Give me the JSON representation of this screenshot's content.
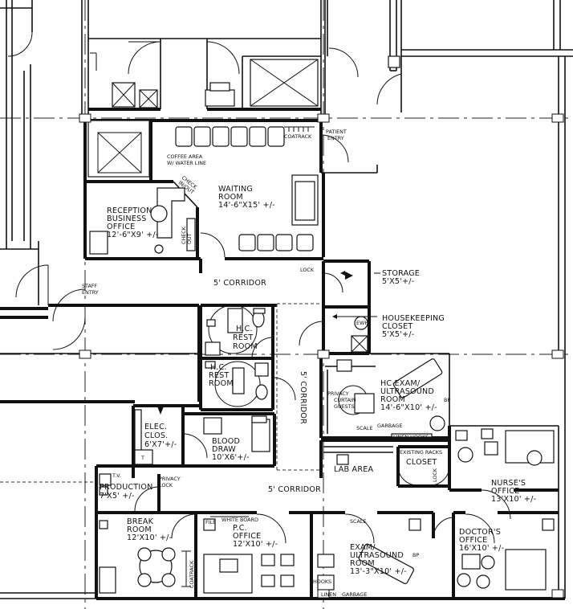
{
  "rooms": {
    "waiting": {
      "name": "WAITING",
      "name2": "ROOM",
      "size": "14'-6\"X15' +/-"
    },
    "reception": {
      "l1": "RECEPTION",
      "l2": "BUSINESS",
      "l3": "OFFICE",
      "size": "12'-6\"X9' +/-"
    },
    "corridor_top": "5' CORRIDOR",
    "corridor_vertical": "5' CORRIDOR",
    "corridor_bottom": "5' CORRIDOR",
    "storage": {
      "name": "STORAGE",
      "size": "5'X5'+/-"
    },
    "housekeeping": {
      "l1": "HOUSEKEEPING",
      "l2": "CLOSET",
      "size": "5'X5'+/-"
    },
    "hc_rest_1": {
      "l1": "H.C.",
      "l2": "REST",
      "l3": "ROOM"
    },
    "hc_rest_2": {
      "l1": "H.C.",
      "l2": "REST",
      "l3": "ROOM"
    },
    "hc_exam": {
      "l1": "HC EXAM/",
      "l2": "ULTRASOUND",
      "l3": "ROOM",
      "size": "14'-6\"X10' +/-"
    },
    "elec": {
      "l1": "ELEC.",
      "l2": "CLOS.",
      "size": "6'X7'+/-"
    },
    "blood": {
      "l1": "BLOOD",
      "l2": "DRAW",
      "size": "10'X6'+/-"
    },
    "lab": "LAB AREA",
    "closet": "CLOSET",
    "nurse": {
      "l1": "NURSE'S",
      "l2": "OFFICE",
      "size": "13'X10' +/-"
    },
    "production": {
      "l1": "PRODUCTION",
      "size": "7'X5' +/-"
    },
    "break": {
      "l1": "BREAK",
      "l2": "ROOM",
      "size": "12'X10' +/-"
    },
    "pc_office": {
      "l1": "P.C.",
      "l2": "OFFICE",
      "size": "12'X10' +/-"
    },
    "exam": {
      "l1": "EXAM/",
      "l2": "ULTRASOUND",
      "l3": "ROOM",
      "size": "13'-3\"X10' +/-"
    },
    "doctor": {
      "l1": "DOCTOR'S",
      "l2": "OFFICE",
      "size": "16'X10' +/-"
    }
  },
  "notes": {
    "coffee_1": "COFFEE AREA",
    "coffee_2": "W/ WATER LINE",
    "coatrack_top": "COATRACK",
    "coatrack_break": "COATRACK",
    "patient_1": "PATIENT",
    "patient_2": "ENTRY",
    "staff_1": "STAFF",
    "staff_2": "ENTRY",
    "check_1": "CHECK",
    "check_2": "IN/OUT",
    "check_3": "CHECK",
    "check_4": "OUT",
    "lock_storage": "LOCK",
    "lock_production": "LOCK",
    "lock_closet": "LOCK",
    "privacy_1": "PRIVACY",
    "privacy_2": "CURTAIN",
    "privacy_3": "GUESTS",
    "privacy_tv": "PRIVACY",
    "tv": "T.V.",
    "garbage_1": "GARBAGE",
    "garbage_2": "SCALE",
    "garbage_3": "GARBAGE",
    "linen_hooks": "LINEN HOOKS",
    "existing_racks": "EXISTING RACKS",
    "white_board": "WHITE BOARD",
    "file": "FILE",
    "scale_exam": "SCALE",
    "hooks": "HOOKS",
    "linen_bottom": "LINEN",
    "bp_1": "BP",
    "bp_2": "BP",
    "ewh": "EWH",
    "transformer": "T"
  }
}
